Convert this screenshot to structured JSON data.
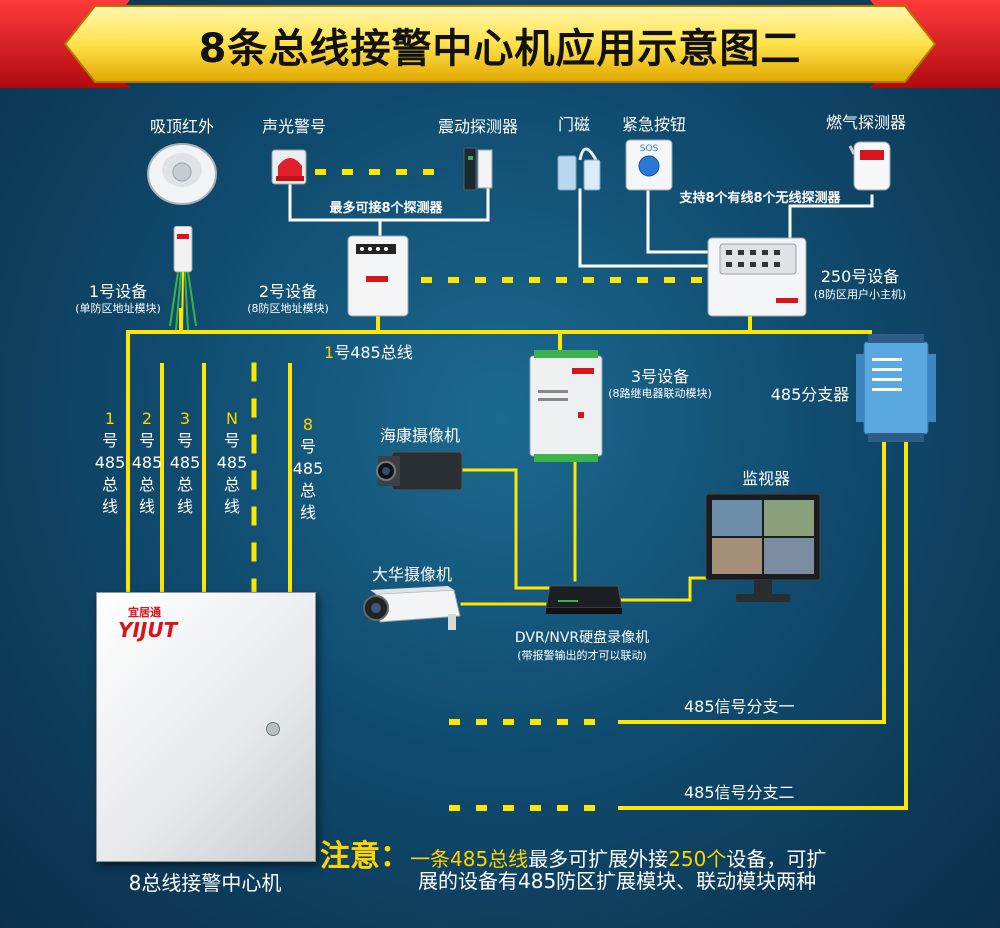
{
  "title": "8条总线接警中心机应用示意图二",
  "devices": {
    "ceiling_ir": "吸顶红外",
    "siren": "声光警号",
    "vibration": "震动探测器",
    "door_magnet": "门磁",
    "emergency_button": "紧急按钮",
    "gas_detector": "燃气探测器",
    "sos_label": "SOS",
    "max_detectors": "最多可接8个探测器",
    "support_detectors": "支持8个有线8个无线探测器",
    "device1": "1号设备",
    "device1_sub": "(单防区地址模块)",
    "device2": "2号设备",
    "device2_sub": "(8防区地址模块)",
    "device250": "250号设备",
    "device250_sub": "(8防区用户小主机)",
    "device3": "3号设备",
    "device3_sub": "(8路继电器联动模块)",
    "splitter": "485分支器",
    "hik_camera": "海康摄像机",
    "dahua_camera": "大华摄像机",
    "monitor": "监视器",
    "dvr": "DVR/NVR硬盘录像机",
    "dvr_sub": "(带报警输出的才可以联动)",
    "branch1": "485信号分支一",
    "branch2": "485信号分支二",
    "center": "8总线接警中心机",
    "brand": "YIJUT",
    "brand_cn": "宜居通"
  },
  "bus": {
    "main_bus_num": "1",
    "main_bus_label": "号485总线",
    "lines": [
      {
        "id": "1",
        "chars": [
          "1",
          "号",
          "485",
          "总",
          "线"
        ]
      },
      {
        "id": "2",
        "chars": [
          "2",
          "号",
          "485",
          "总",
          "线"
        ]
      },
      {
        "id": "3",
        "chars": [
          "3",
          "号",
          "485",
          "总",
          "线"
        ]
      },
      {
        "id": "N",
        "chars": [
          "N",
          "号",
          "485",
          "总",
          "线"
        ]
      },
      {
        "id": "8",
        "chars": [
          "8",
          "号",
          "485",
          "总",
          "线"
        ]
      }
    ]
  },
  "note": {
    "prefix": "注意：",
    "part1": "一条485总线",
    "part2": "最多可扩展外接",
    "part3": "250个",
    "part4": "设备，可扩",
    "line2": "展的设备有485防区扩展模块、联动模块两种"
  },
  "colors": {
    "bus": "#ffe600",
    "wire": "#ffffff",
    "accent": "#ffd400",
    "banner": "#d8141c"
  }
}
